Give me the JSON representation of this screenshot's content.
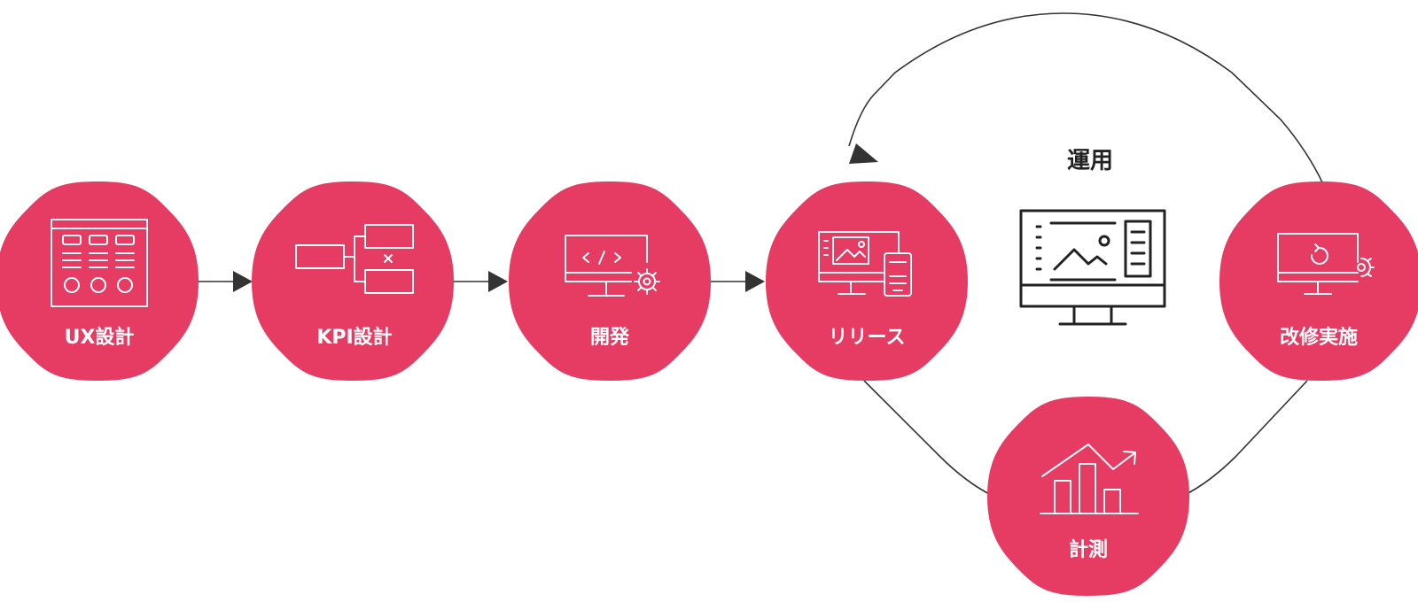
{
  "colors": {
    "node": "#e63c63",
    "line": "#333333",
    "icon": "#ffffff",
    "title": "#222222"
  },
  "steps": [
    {
      "id": "ux",
      "label": "UX設計",
      "icon": "wireframe-grid-icon"
    },
    {
      "id": "kpi",
      "label": "KPI設計",
      "icon": "kpi-tree-icon"
    },
    {
      "id": "dev",
      "label": "開発",
      "icon": "code-monitor-gear-icon"
    },
    {
      "id": "release",
      "label": "リリース",
      "icon": "multi-device-icon"
    }
  ],
  "cycle": {
    "title": "運用",
    "title_icon": "monitor-dashboard-icon",
    "nodes": [
      {
        "id": "measure",
        "label": "計測",
        "icon": "growth-bar-chart-icon"
      },
      {
        "id": "improve",
        "label": "改修実施",
        "icon": "refresh-monitor-gear-icon"
      }
    ]
  }
}
